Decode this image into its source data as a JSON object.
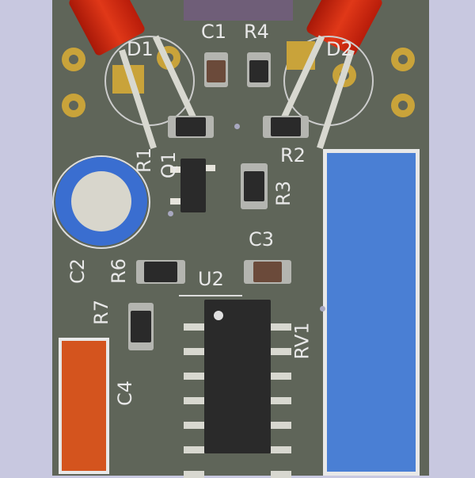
{
  "view": "pcb-3d-render",
  "colors": {
    "background": "#c8c8e0",
    "board": "#5f6559",
    "silkscreen": "#e8e8e8",
    "potentiometer": "#4a7fd4",
    "c4_body": "#d4541e",
    "led": "#d02c10",
    "capacitor_top": "#3a6ed0"
  },
  "labels": {
    "d1": "D1",
    "c1": "C1",
    "r4": "R4",
    "d2": "D2",
    "r1": "R1",
    "q1": "Q1",
    "r2": "R2",
    "r3": "R3",
    "c2": "C2",
    "r6": "R6",
    "c3": "C3",
    "r7": "R7",
    "u2": "U2",
    "rv1": "RV1",
    "c4": "C4"
  }
}
